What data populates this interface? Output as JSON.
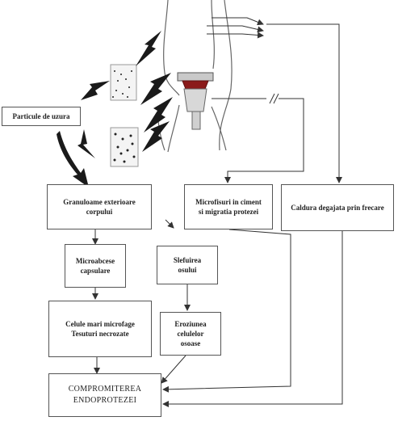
{
  "nodes": {
    "wear_particles": "Particule de uzura",
    "granulomas": "Granuloame exterioare\ncorpului",
    "microcracks": "Microfisuri in ciment\nsi migratia protezei",
    "frictional_heat": "Caldura degajata prin frecare",
    "microabscesses": "Microabcese\ncapsulare",
    "bone_polishing": "Slefuirea\nosului",
    "macrophages": "Celule mari microfage\nTesuturi necrozate",
    "bone_erosion": "Eroziunea celulelor\nosoase",
    "compromise": "COMPROMITEREA\nENDOPROTEZEI"
  },
  "colors": {
    "line": "#333333",
    "arrow_heavy": "#1a1a1a",
    "implant_cup": "#8b1a1a",
    "implant_metal": "#c9c9c9"
  }
}
